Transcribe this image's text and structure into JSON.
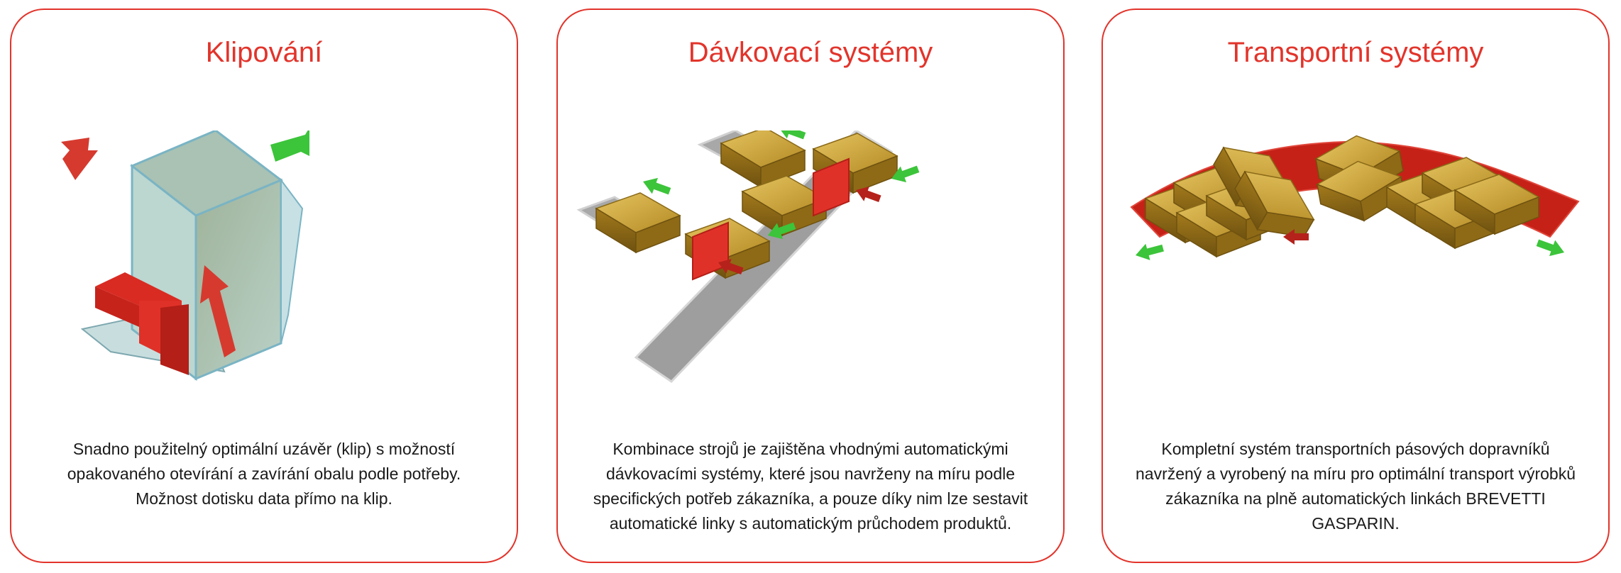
{
  "cards": [
    {
      "title": "Klipování",
      "description": "Snadno použitelný optimální uzávěr (klip) s možností opakovaného otevírání a zavírání obalu podle potřeby. Možnost dotisku data přímo na klip."
    },
    {
      "title": "Dávkovací systémy",
      "description": "Kombinace strojů je zajištěna vhodnými automatickými dávkovacími systémy, které jsou navrženy na míru podle specifických potřeb zákazníka, a pouze díky nim lze sestavit automatické linky s automatickým průchodem produktů."
    },
    {
      "title": "Transportní systémy",
      "description": "Kompletní systém transportních pásových dopravníků navržený a vyrobený na míru pro optimální transport výrobků zákazníka na plně automatických linkách BREVETTI GASPARIN."
    }
  ],
  "colors": {
    "accent": "#e2342b",
    "arrow_green": "#3cc43a",
    "arrow_red": "#d63a2f",
    "product_gold": "#b8902a",
    "conveyor_gray": "#9e9e9e"
  }
}
